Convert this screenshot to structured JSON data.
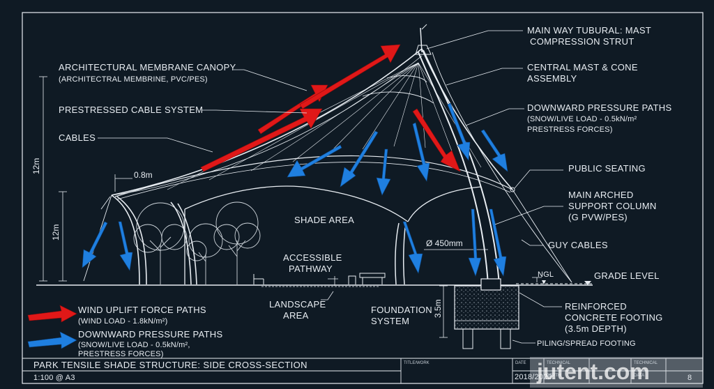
{
  "colors": {
    "background": "#0f1a24",
    "linework": "#e8edf2",
    "wind_arrow": "#e01818",
    "pressure_arrow": "#1f7fe0"
  },
  "labels": {
    "mast": [
      "MAIN WAY TUBURAL: MAST",
      "COMPRESSION STRUT"
    ],
    "canopy": [
      "ARCHITECTURAL MEMBRANE CANOPY",
      "(ARCHITECTRAL MEMBRINE, PVC/PES)"
    ],
    "central_mast": [
      "CENTRAL MAST & CONE",
      "ASSEMBLY"
    ],
    "cable_system": "PRESTRESSED CABLE SYSTEM",
    "downward_paths": [
      "DOWNWARD PRESSURE PATHS",
      "(SNOW/LIVE LOAD - 0.5kN/m²",
      "PRESTRESS FORCES)"
    ],
    "cables": "CABLES",
    "public_seating": "PUBLIC SEATING",
    "arched_column": [
      "MAIN ARCHED",
      "SUPPORT COLUMN",
      "(G PVW/PES)"
    ],
    "shade_area": "SHADE AREA",
    "guy_cables": "GUY CABLES",
    "accessible_pathway": [
      "ACCESSIBLE",
      "PATHWAY"
    ],
    "grade_level": "GRADE LEVEL",
    "ngl": "NGL",
    "landscape_area": [
      "LANDSCAPE",
      "AREA"
    ],
    "foundation_system": [
      "FOUNDATION",
      "SYSTEM"
    ],
    "footing": [
      "REINFORCED",
      "CONCRETE FOOTING",
      "(3.5m DEPTH)"
    ],
    "piling": "PILING/SPREAD FOOTING"
  },
  "dimensions": {
    "overall_height": "12m",
    "side_height": "12m",
    "edge_offset": "0.8m",
    "column_diameter": "Ø 450mm",
    "footing_depth": "3.5m"
  },
  "legend": {
    "wind": [
      "WIND UPLIFT FORCE PATHS",
      "(WIND LOAD - 1.8kN/m²)"
    ],
    "pressure": [
      "DOWNWARD PRESSURE PATHS",
      "(SNOW/LIVE LOAD - 0.5kN/m²,",
      "PRESTRESS FORCES)"
    ]
  },
  "title_block": {
    "title": "PARK TENSILE SHADE STRUCTURE: SIDE CROSS-SECTION",
    "scale": "1:100 @ A3",
    "title_work_label": "TITLE/WORK",
    "date_label": "DATE",
    "date": "2018/2023",
    "technical_1": "TECHNICAL",
    "technical_2": "TECHNICAL",
    "depth_label": "DEPTH",
    "data_label": "DATA",
    "sheet": "8"
  },
  "watermark": "jutent.com"
}
